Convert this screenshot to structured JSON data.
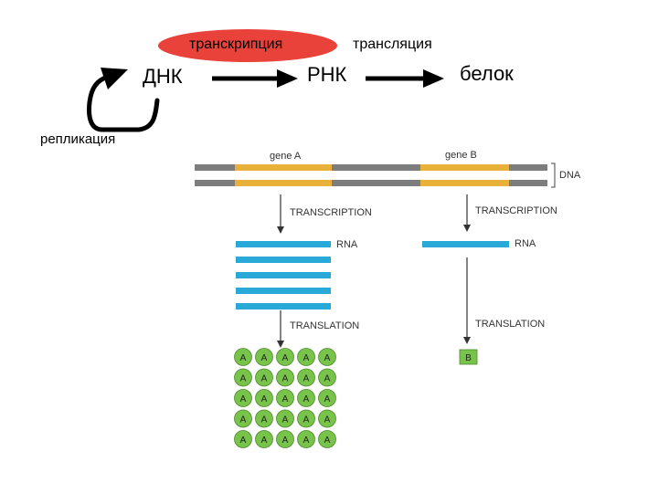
{
  "dogma": {
    "transcription": "транскрипция",
    "translation": "трансляция",
    "dna": "ДНК",
    "rna": "РНК",
    "protein": "белок",
    "replication": "репликация",
    "colors": {
      "highlight": "#e8423a",
      "text": "#000000"
    }
  },
  "figure": {
    "gene_a": "gene A",
    "gene_b": "gene B",
    "dna": "DNA",
    "transcription_a": "TRANSCRIPTION",
    "transcription_b": "TRANSCRIPTION",
    "rna_a": "RNA",
    "rna_b": "RNA",
    "translation_a": "TRANSLATION",
    "translation_b": "TRANSLATION",
    "protein_a": "A",
    "protein_b": "B",
    "rna_a_strand_count": 5,
    "protein_a_grid": {
      "rows": 5,
      "cols": 5
    },
    "colors": {
      "dna_backbone": "#7d7d7d",
      "gene": "#e8b23a",
      "rna": "#29a9d8",
      "protein_a": "#78c34a",
      "protein_b": "#78c34a",
      "arrow": "#333333"
    }
  }
}
